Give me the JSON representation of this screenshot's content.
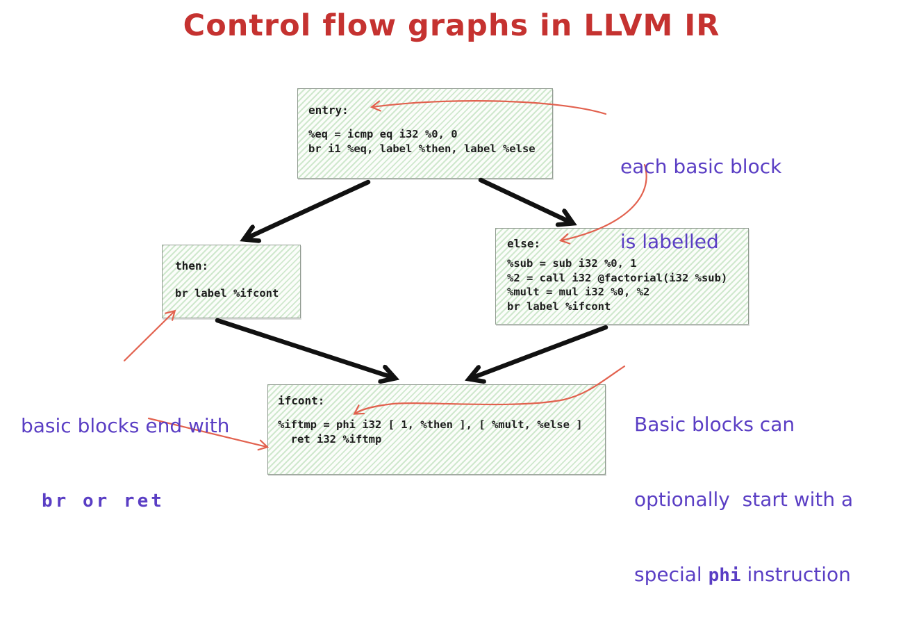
{
  "title": "Control flow graphs in LLVM IR",
  "colors": {
    "title_red": "#c53230",
    "annotation_purple": "#5a3ec4",
    "red_arrow": "#e2614e",
    "black_arrow": "#111111",
    "block_border": "#909a90",
    "block_hatch_green": "#cfe8cd",
    "code_text": "#1d1d1d"
  },
  "blocks": [
    {
      "id": "entry",
      "label": "entry:",
      "lines": [
        "%eq = icmp eq i32 %0, 0",
        "br i1 %eq, label %then, label %else"
      ]
    },
    {
      "id": "then",
      "label": "then:",
      "lines": [
        "br label %ifcont"
      ]
    },
    {
      "id": "else",
      "label": "else:",
      "lines": [
        "%sub = sub i32 %0, 1",
        "%2 = call i32 @factorial(i32 %sub)",
        "%mult = mul i32 %0, %2",
        "br label %ifcont"
      ]
    },
    {
      "id": "ifcont",
      "label": "ifcont:",
      "lines": [
        "%iftmp = phi i32 [ 1, %then ], [ %mult, %else ]",
        "  ret i32 %iftmp"
      ]
    }
  ],
  "annotations": {
    "labelled": {
      "line1": "each basic block",
      "line2": "is labelled"
    },
    "end_with": {
      "line1": "basic blocks end with",
      "line2": "br or ret"
    },
    "phi": {
      "line1": "Basic blocks can",
      "line2": "optionally  start with a",
      "line3_pre": "special ",
      "line3_code": "phi",
      "line3_post": " instruction"
    }
  }
}
